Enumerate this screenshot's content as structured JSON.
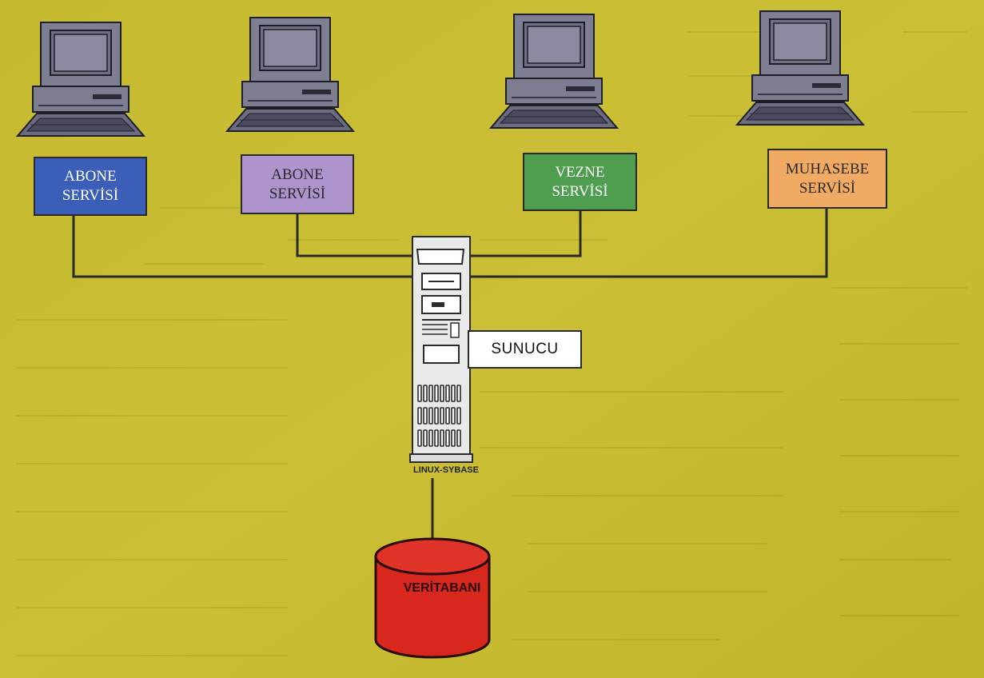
{
  "diagram": {
    "background_color": "#c8bc2e",
    "workstations": [
      {
        "label": "ABONE\nSERVİSİ",
        "color": "#3b5fb8"
      },
      {
        "label": "ABONE\nSERVİSİ",
        "color": "#ae93cc"
      },
      {
        "label": "VEZNE\nSERVİSİ",
        "color": "#4f9d4f"
      },
      {
        "label": "MUHASEBE\nSERVİSİ",
        "color": "#f0aa63"
      }
    ],
    "server": {
      "label": "SUNUCU",
      "caption": "LINUX-SYBASE"
    },
    "database": {
      "label": "VERİTABANI",
      "color": "#d8281e"
    },
    "line_color": "#2a2a2a"
  }
}
